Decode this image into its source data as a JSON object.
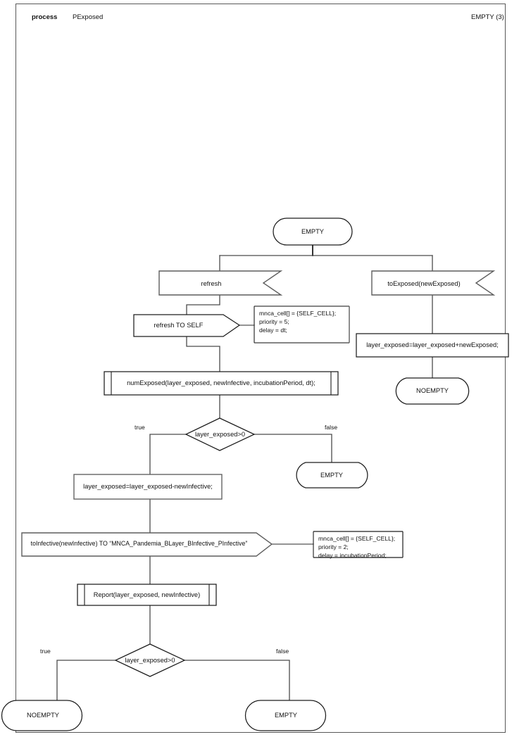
{
  "header": {
    "keyword": "process",
    "name": "PExposed",
    "page_label": "EMPTY (3)"
  },
  "diagram": {
    "type": "sdl-process-flowchart",
    "title": "PExposed",
    "nodes": [
      {
        "id": "state_empty_top",
        "kind": "state",
        "label": "EMPTY"
      },
      {
        "id": "input_refresh",
        "kind": "input",
        "label": "refresh"
      },
      {
        "id": "input_toexposed",
        "kind": "input",
        "label": "toExposed(newExposed)"
      },
      {
        "id": "output_refresh_self",
        "kind": "output",
        "label": "refresh TO SELF"
      },
      {
        "id": "note_refresh",
        "kind": "comment",
        "lines": [
          "mnca_cell[] = {SELF_CELL};",
          "priority = 5;",
          "delay = dt;"
        ]
      },
      {
        "id": "task_add_exposed",
        "kind": "task",
        "label": "layer_exposed=layer_exposed+newExposed;"
      },
      {
        "id": "state_noempty_right",
        "kind": "state",
        "label": "NOEMPTY"
      },
      {
        "id": "call_numexposed",
        "kind": "procedure",
        "label": "numExposed(layer_exposed, newInfective, incubationPeriod, dt);"
      },
      {
        "id": "decision_top",
        "kind": "decision",
        "label": "layer_exposed>0",
        "true_label": "true",
        "false_label": "false"
      },
      {
        "id": "task_sub_infective",
        "kind": "task",
        "label": "layer_exposed=layer_exposed-newInfective;"
      },
      {
        "id": "state_empty_mid",
        "kind": "state",
        "label": "EMPTY"
      },
      {
        "id": "output_toinfective",
        "kind": "output",
        "label": "toInfective(newInfective) TO “MNCA_Pandemia_BLayer_BInfective_PInfective”"
      },
      {
        "id": "note_toinfective",
        "kind": "comment",
        "lines": [
          "mnca_cell[] = {SELF_CELL};",
          "priority = 2;",
          "delay = incubationPeriod;"
        ]
      },
      {
        "id": "call_report",
        "kind": "procedure",
        "label": "Report(layer_exposed, newInfective)"
      },
      {
        "id": "decision_bottom",
        "kind": "decision",
        "label": "layer_exposed>0",
        "true_label": "true",
        "false_label": "false"
      },
      {
        "id": "state_noempty_bottom",
        "kind": "state",
        "label": "NOEMPTY"
      },
      {
        "id": "state_empty_bottom",
        "kind": "state",
        "label": "EMPTY"
      }
    ],
    "edges": [
      {
        "from": "state_empty_top",
        "to": "input_refresh",
        "label": ""
      },
      {
        "from": "state_empty_top",
        "to": "input_toexposed",
        "label": ""
      },
      {
        "from": "input_refresh",
        "to": "output_refresh_self",
        "label": ""
      },
      {
        "from": "output_refresh_self",
        "to": "call_numexposed",
        "label": ""
      },
      {
        "from": "call_numexposed",
        "to": "decision_top",
        "label": ""
      },
      {
        "from": "decision_top",
        "to": "task_sub_infective",
        "label": "true"
      },
      {
        "from": "decision_top",
        "to": "state_empty_mid",
        "label": "false"
      },
      {
        "from": "task_sub_infective",
        "to": "output_toinfective",
        "label": ""
      },
      {
        "from": "output_toinfective",
        "to": "call_report",
        "label": ""
      },
      {
        "from": "call_report",
        "to": "decision_bottom",
        "label": ""
      },
      {
        "from": "decision_bottom",
        "to": "state_noempty_bottom",
        "label": "true"
      },
      {
        "from": "decision_bottom",
        "to": "state_empty_bottom",
        "label": "false"
      },
      {
        "from": "input_toexposed",
        "to": "task_add_exposed",
        "label": ""
      },
      {
        "from": "task_add_exposed",
        "to": "state_noempty_right",
        "label": ""
      }
    ]
  },
  "labels": {
    "state_empty_top": "EMPTY",
    "input_refresh": "refresh",
    "input_toexposed": "toExposed(newExposed)",
    "output_refresh_self": "refresh TO SELF",
    "note_refresh_1": "mnca_cell[] = {SELF_CELL};",
    "note_refresh_2": "priority = 5;",
    "note_refresh_3": "delay = dt;",
    "task_add_exposed": "layer_exposed=layer_exposed+newExposed;",
    "state_noempty_right": "NOEMPTY",
    "call_numexposed": "numExposed(layer_exposed, newInfective, incubationPeriod, dt);",
    "decision_top": "layer_exposed>0",
    "decision_top_true": "true",
    "decision_top_false": "false",
    "task_sub_infective": "layer_exposed=layer_exposed-newInfective;",
    "state_empty_mid": "EMPTY",
    "output_toinfective": "toInfective(newInfective) TO “MNCA_Pandemia_BLayer_BInfective_PInfective”",
    "note_toinfective_1": "mnca_cell[] = {SELF_CELL};",
    "note_toinfective_2": "priority = 2;",
    "note_toinfective_3": "delay = incubationPeriod;",
    "call_report": "Report(layer_exposed, newInfective)",
    "decision_bottom": "layer_exposed>0",
    "decision_bottom_true": "true",
    "decision_bottom_false": "false",
    "state_noempty_bottom": "NOEMPTY",
    "state_empty_bottom": "EMPTY"
  },
  "colors": {
    "frame_stroke": "#585858",
    "shape_stroke": "#5a5a5a",
    "shape_stroke_dark": "#1d1d1d",
    "connector": "#444444",
    "text": "#111111",
    "background": "#ffffff"
  }
}
